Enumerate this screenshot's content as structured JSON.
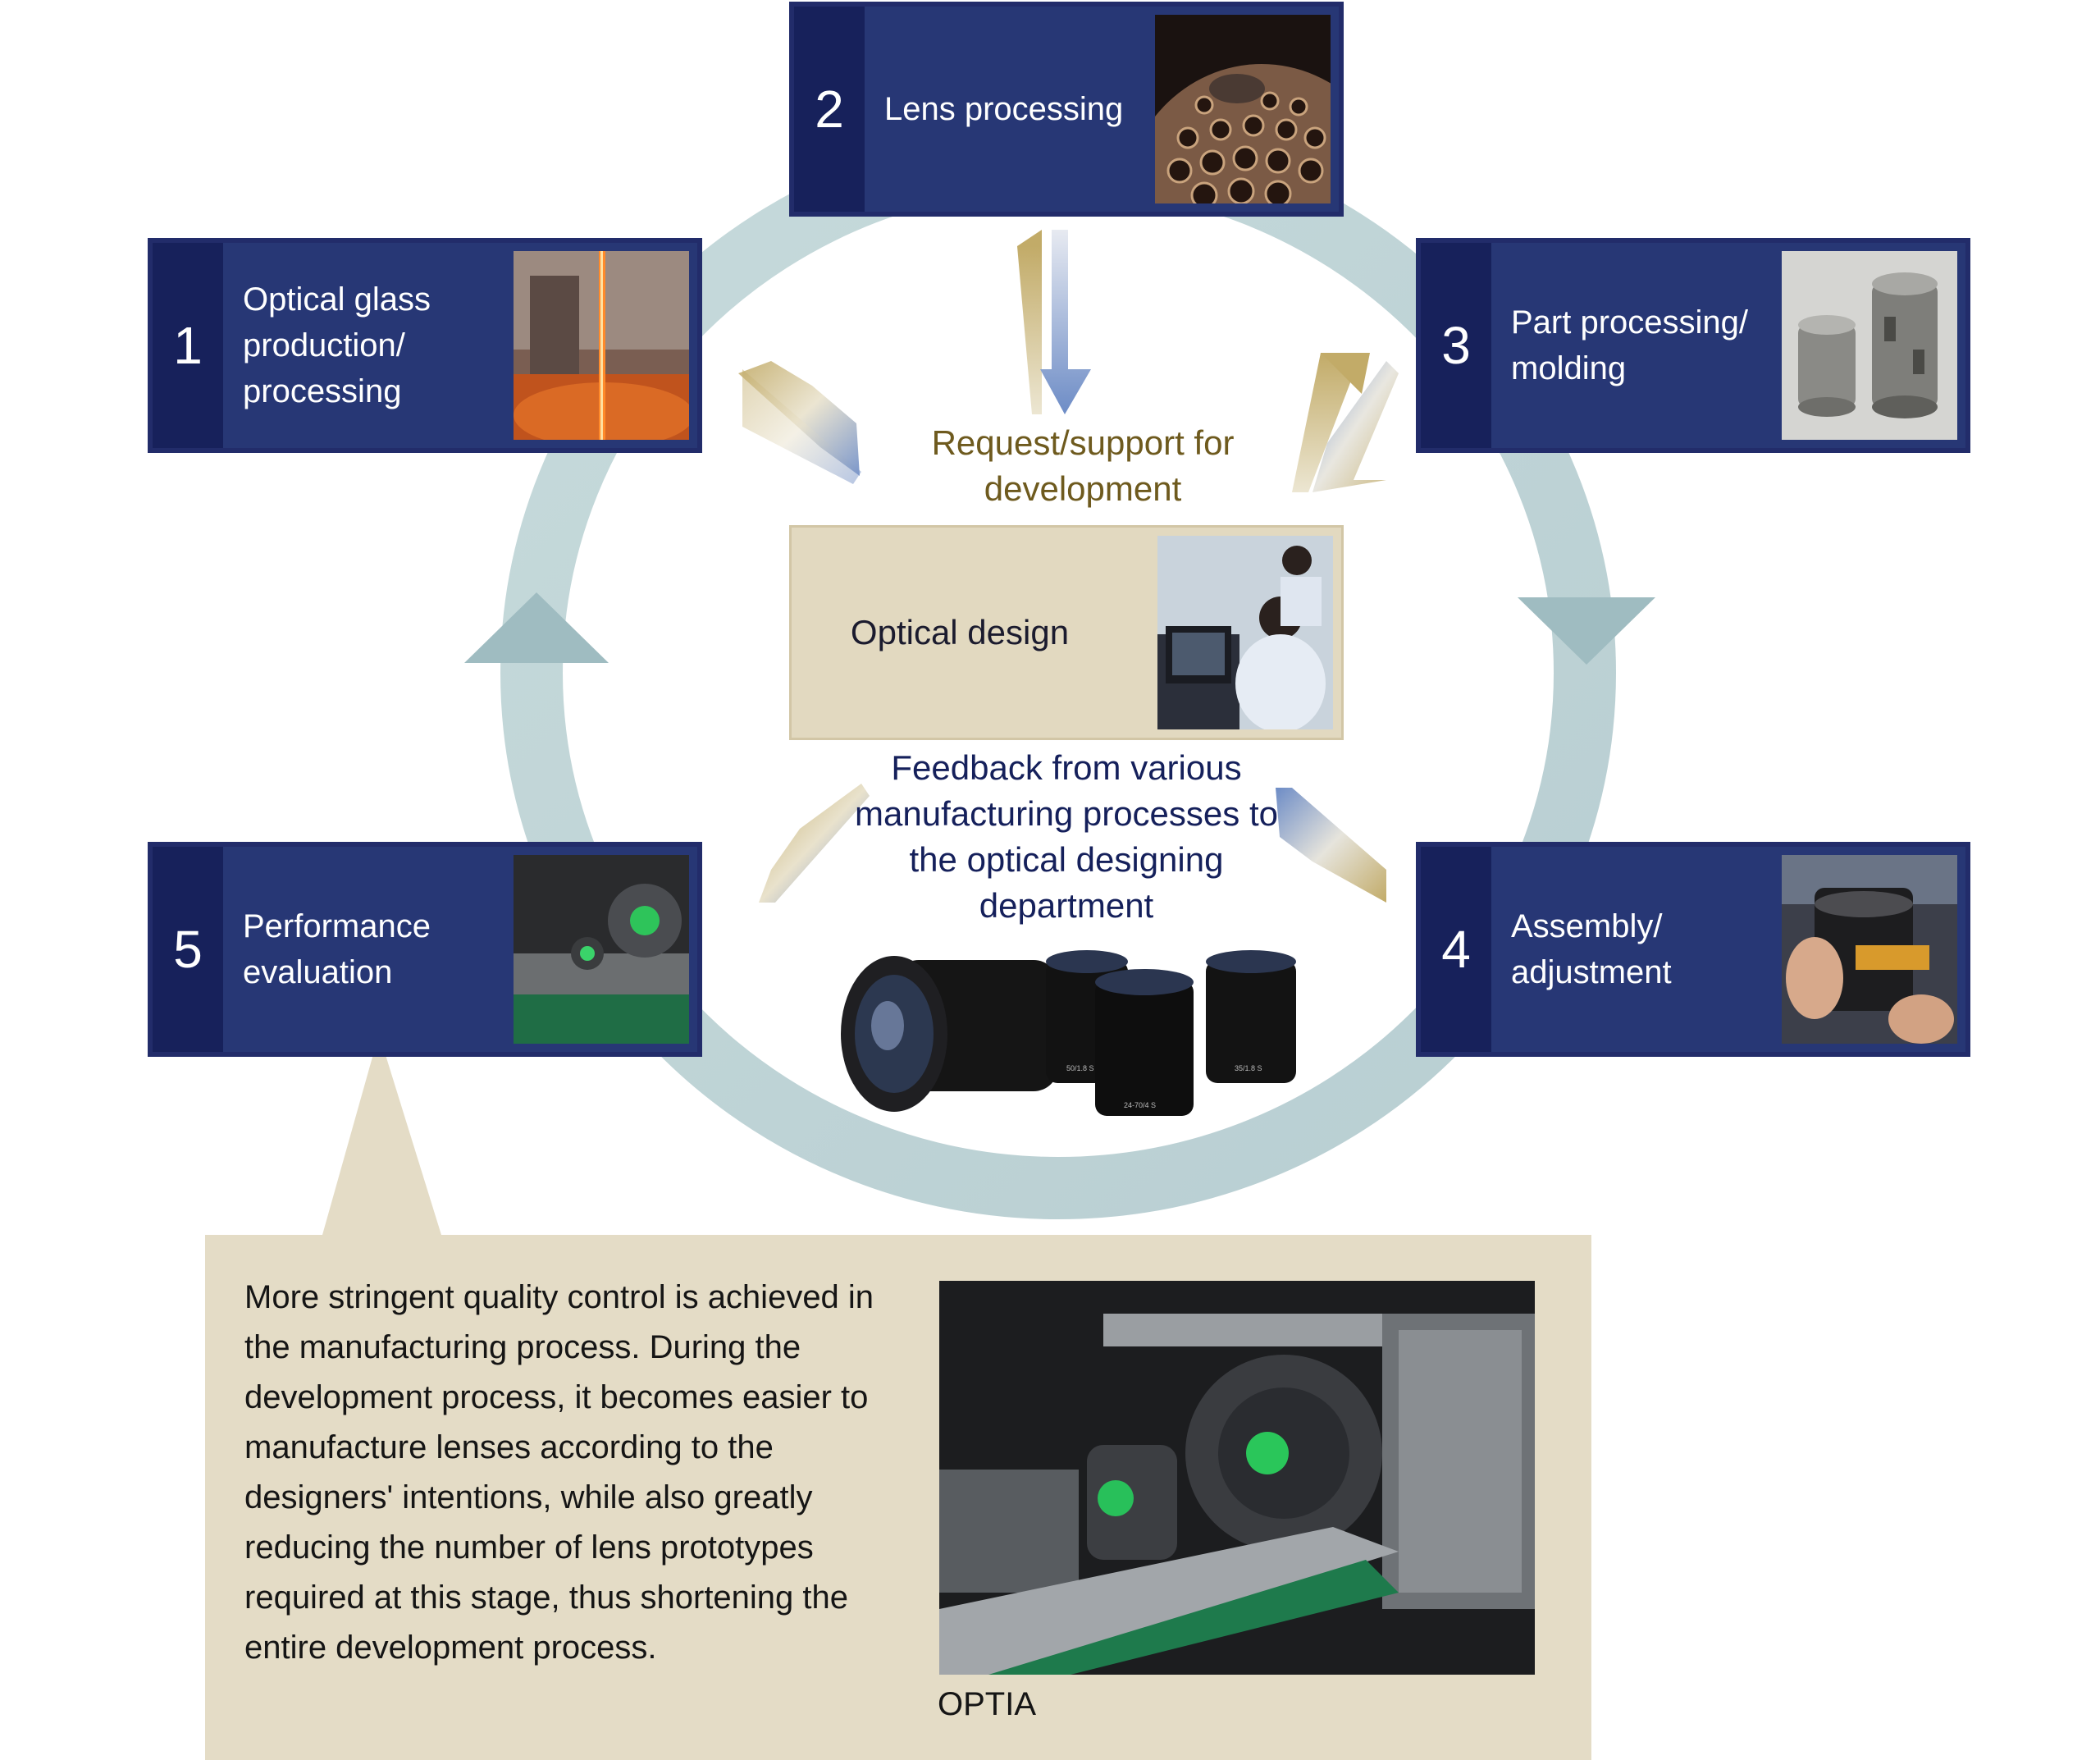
{
  "colors": {
    "stage_bg": "#273775",
    "stage_num_bg": "#17215b",
    "ring": "#c3d6d9",
    "center_bg": "#e2d9c0",
    "request_text": "#6e5a1e",
    "feedback_text": "#15205b",
    "callout_bg": "#e4dcc6",
    "gold_arrow": "#bfa964",
    "blue_arrow": "#6f8ec8"
  },
  "stages": [
    {
      "number": "1",
      "label": "Optical glass\nproduction/\n processing",
      "photo": "molten-glass-photo"
    },
    {
      "number": "2",
      "label": "Lens processing",
      "photo": "lens-holder-photo"
    },
    {
      "number": "3",
      "label": "Part processing/\nmolding",
      "photo": "metal-parts-photo"
    },
    {
      "number": "4",
      "label": "Assembly/\nadjustment",
      "photo": "assembly-photo"
    },
    {
      "number": "5",
      "label": "Performance\nevaluation",
      "photo": "evaluation-machine-photo"
    }
  ],
  "center": {
    "label": "Optical design",
    "photo": "engineers-photo"
  },
  "request_caption": "Request/support for development",
  "feedback_caption": "Feedback from various manufacturing processes to the optical designing department",
  "lens_labels": [
    "50/1.8 S",
    "24-70/4 S",
    "35/1.8 S"
  ],
  "callout": {
    "text": "More stringent quality control is achieved in the manufacturing process. During the development process, it becomes easier to manufacture lenses according to the designers' intentions, while also greatly reducing the number of lens prototypes required at this stage, thus shortening the entire development process.",
    "photo_caption": "OPTIA"
  }
}
